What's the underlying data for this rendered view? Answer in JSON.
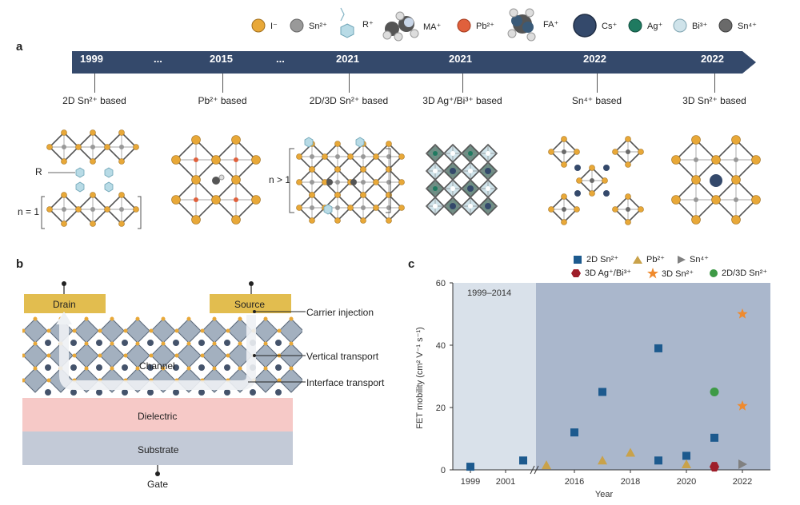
{
  "legend_ions": [
    {
      "label": "I⁻",
      "icon": "iodide-ion-icon",
      "color": "#e8a838"
    },
    {
      "label": "Sn²⁺",
      "icon": "tin2-ion-icon",
      "color": "#999999"
    },
    {
      "label": "R⁺",
      "icon": "organic-cation-icon",
      "color": "#b8dbe6"
    },
    {
      "label": "MA⁺",
      "icon": "methylammonium-icon",
      "color": "#555555"
    },
    {
      "label": "Pb²⁺",
      "icon": "lead-ion-icon",
      "color": "#e0603c"
    },
    {
      "label": "FA⁺",
      "icon": "formamidinium-icon",
      "color": "#3a5a78"
    },
    {
      "label": "Cs⁺",
      "icon": "cesium-ion-icon",
      "color": "#34496b"
    },
    {
      "label": "Ag⁺",
      "icon": "silver-ion-icon",
      "color": "#1f7a60"
    },
    {
      "label": "Bi³⁺",
      "icon": "bismuth-ion-icon",
      "color": "#cfe3ea"
    },
    {
      "label": "Sn⁴⁺",
      "icon": "tin4-ion-icon",
      "color": "#6a6a6a"
    }
  ],
  "panel_a": {
    "letter": "a",
    "years": [
      "1999",
      "...",
      "2015",
      "...",
      "2021",
      "2021",
      "2022",
      "2022"
    ],
    "labels": [
      "2D Sn²⁺ based",
      "Pb²⁺ based",
      "2D/3D Sn²⁺ based",
      "3D Ag⁺/Bi³⁺ based",
      "Sn⁴⁺ based",
      "3D Sn²⁺ based"
    ],
    "annotations": {
      "r": "R",
      "n1": "n = 1",
      "ngt1": "n > 1"
    }
  },
  "panel_b": {
    "letter": "b",
    "drain": "Drain",
    "source": "Source",
    "channel": "Channel",
    "dielectric": "Dielectric",
    "substrate": "Substrate",
    "gate": "Gate",
    "callouts": [
      "Carrier injection",
      "Vertical transport",
      "Interface transport"
    ]
  },
  "panel_c": {
    "letter": "c",
    "period_label": "1999–2014"
  },
  "chart_data": {
    "type": "scatter",
    "xlabel": "Year",
    "ylabel": "FET mobility (cm² V⁻¹ s⁻¹)",
    "ylim": [
      0,
      60
    ],
    "yticks": [
      0,
      20,
      40,
      60
    ],
    "xticks": [
      "1999",
      "2001",
      "2016",
      "2018",
      "2020",
      "2022"
    ],
    "axis_break": true,
    "series": [
      {
        "name": "2D Sn²⁺",
        "color": "#1d5a8e",
        "marker": "square",
        "points": [
          [
            1999,
            1
          ],
          [
            2002,
            3
          ],
          [
            2016,
            12
          ],
          [
            2017,
            25
          ],
          [
            2019,
            39
          ],
          [
            2019,
            3
          ],
          [
            2020,
            4.5
          ],
          [
            2021,
            10.3
          ]
        ]
      },
      {
        "name": "Pb²⁺",
        "color": "#c9a24a",
        "marker": "triangle-up",
        "points": [
          [
            2015,
            1.5
          ],
          [
            2017,
            3
          ],
          [
            2018,
            5.5
          ],
          [
            2020,
            1.8
          ]
        ]
      },
      {
        "name": "Sn⁴⁺",
        "color": "#808080",
        "marker": "triangle-right",
        "points": [
          [
            2022,
            1.8
          ]
        ]
      },
      {
        "name": "3D Ag⁺/Bi³⁺",
        "color": "#9e1e2a",
        "marker": "hexagon",
        "points": [
          [
            2021,
            1
          ]
        ]
      },
      {
        "name": "3D Sn²⁺",
        "color": "#ef8a2d",
        "marker": "star",
        "points": [
          [
            2022,
            50
          ],
          [
            2022,
            20.5
          ]
        ]
      },
      {
        "name": "2D/3D Sn²⁺",
        "color": "#3e9a46",
        "marker": "circle",
        "points": [
          [
            2021,
            25
          ]
        ]
      }
    ]
  }
}
